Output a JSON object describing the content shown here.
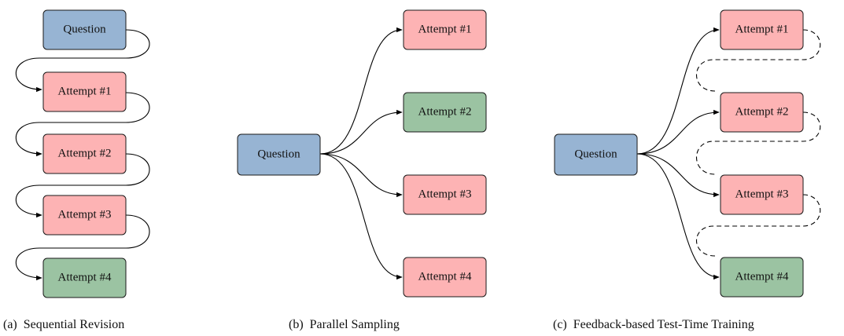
{
  "colors": {
    "question": "#97B4D3",
    "incorrect": "#FDB3B4",
    "correct": "#9BC3A2",
    "stroke": "#1a1a1a"
  },
  "panels": [
    {
      "id": "sequential",
      "caption": "(a)  Sequential Revision",
      "nodes": [
        {
          "label": "Question",
          "role": "question"
        },
        {
          "label": "Attempt #1",
          "role": "incorrect"
        },
        {
          "label": "Attempt #2",
          "role": "incorrect"
        },
        {
          "label": "Attempt #3",
          "role": "incorrect"
        },
        {
          "label": "Attempt #4",
          "role": "correct"
        }
      ]
    },
    {
      "id": "parallel",
      "caption": "(b)  Parallel Sampling",
      "nodes": [
        {
          "label": "Question",
          "role": "question"
        },
        {
          "label": "Attempt #1",
          "role": "incorrect"
        },
        {
          "label": "Attempt #2",
          "role": "correct"
        },
        {
          "label": "Attempt #3",
          "role": "incorrect"
        },
        {
          "label": "Attempt #4",
          "role": "incorrect"
        }
      ]
    },
    {
      "id": "feedback",
      "caption": "(c)  Feedback-based Test-Time Training",
      "nodes": [
        {
          "label": "Question",
          "role": "question"
        },
        {
          "label": "Attempt #1",
          "role": "incorrect"
        },
        {
          "label": "Attempt #2",
          "role": "incorrect"
        },
        {
          "label": "Attempt #3",
          "role": "incorrect"
        },
        {
          "label": "Attempt #4",
          "role": "correct"
        }
      ]
    }
  ]
}
